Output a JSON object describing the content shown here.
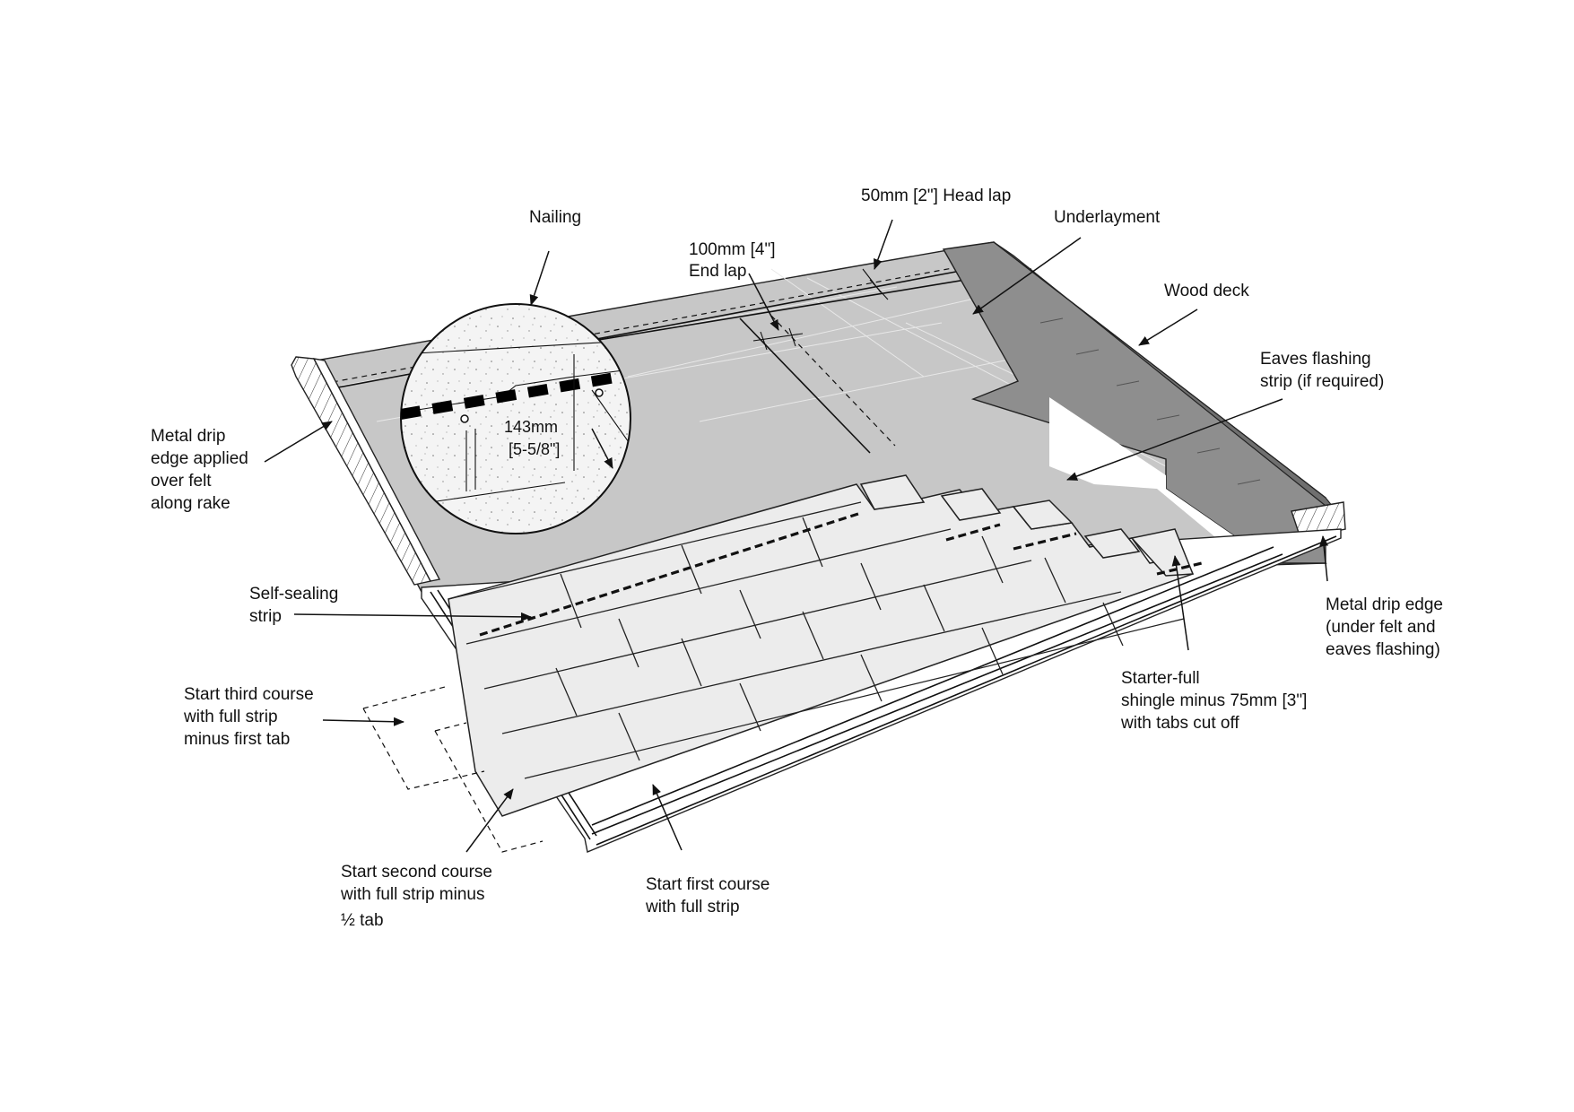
{
  "labels": {
    "nailing": "Nailing",
    "head_lap": "50mm [2\"] Head lap",
    "underlayment": "Underlayment",
    "end_lap_1": "100mm [4\"]",
    "end_lap_2": "End lap",
    "wood_deck": "Wood deck",
    "eaves_flashing_1": "Eaves flashing",
    "eaves_flashing_2": "strip (if required)",
    "metal_drip_rake_1": "Metal drip",
    "metal_drip_rake_2": "edge applied",
    "metal_drip_rake_3": "over felt",
    "metal_drip_rake_4": "along rake",
    "detail_dim_1": "143mm",
    "detail_dim_2": "[5-5/8\"]",
    "self_sealing_1": "Self-sealing",
    "self_sealing_2": "strip",
    "third_course_1": "Start third course",
    "third_course_2": "with full strip",
    "third_course_3": "minus first tab",
    "metal_drip_eave_1": "Metal drip edge",
    "metal_drip_eave_2": "(under felt and",
    "metal_drip_eave_3": "eaves flashing)",
    "starter_1": "Starter-full",
    "starter_2": "shingle minus 75mm [3\"]",
    "starter_3": "with tabs cut off",
    "second_course_1": "Start second course",
    "second_course_2": "with full strip minus",
    "second_course_3": "½ tab",
    "first_course_1": "Start first course",
    "first_course_2": "with full strip"
  },
  "colors": {
    "felt": "#c7c7c7",
    "wood_deck": "#8e8e8e",
    "shingle": "#ececec",
    "line": "#111111"
  }
}
